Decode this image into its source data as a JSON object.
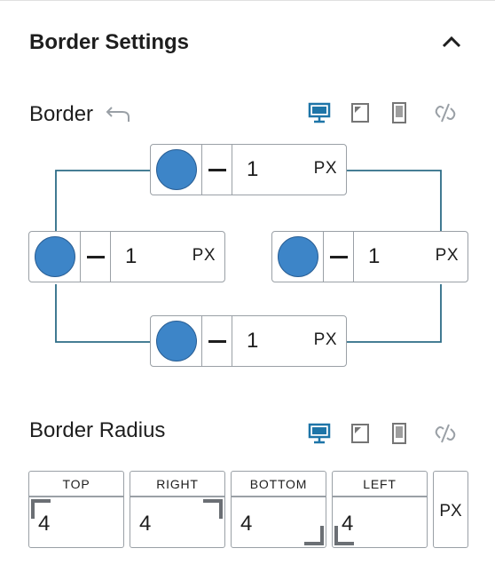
{
  "panel": {
    "title": "Border Settings"
  },
  "border": {
    "label": "Border",
    "sides": {
      "top": {
        "width": "1",
        "unit": "PX",
        "color": "#3d85c8"
      },
      "left": {
        "width": "1",
        "unit": "PX",
        "color": "#3d85c8"
      },
      "right": {
        "width": "1",
        "unit": "PX",
        "color": "#3d85c8"
      },
      "bottom": {
        "width": "1",
        "unit": "PX",
        "color": "#3d85c8"
      }
    }
  },
  "border_radius": {
    "label": "Border Radius",
    "fields": [
      {
        "label": "TOP",
        "value": "4"
      },
      {
        "label": "RIGHT",
        "value": "4"
      },
      {
        "label": "BOTTOM",
        "value": "4"
      },
      {
        "label": "LEFT",
        "value": "4"
      }
    ],
    "unit": "PX"
  },
  "device_icons": [
    "desktop-icon",
    "tablet-icon",
    "mobile-icon",
    "unlink-icon"
  ],
  "colors": {
    "active_device": "#1e75a8",
    "inactive_device": "#757575",
    "connector": "#2c6c86",
    "swatch": "#3d85c8"
  }
}
